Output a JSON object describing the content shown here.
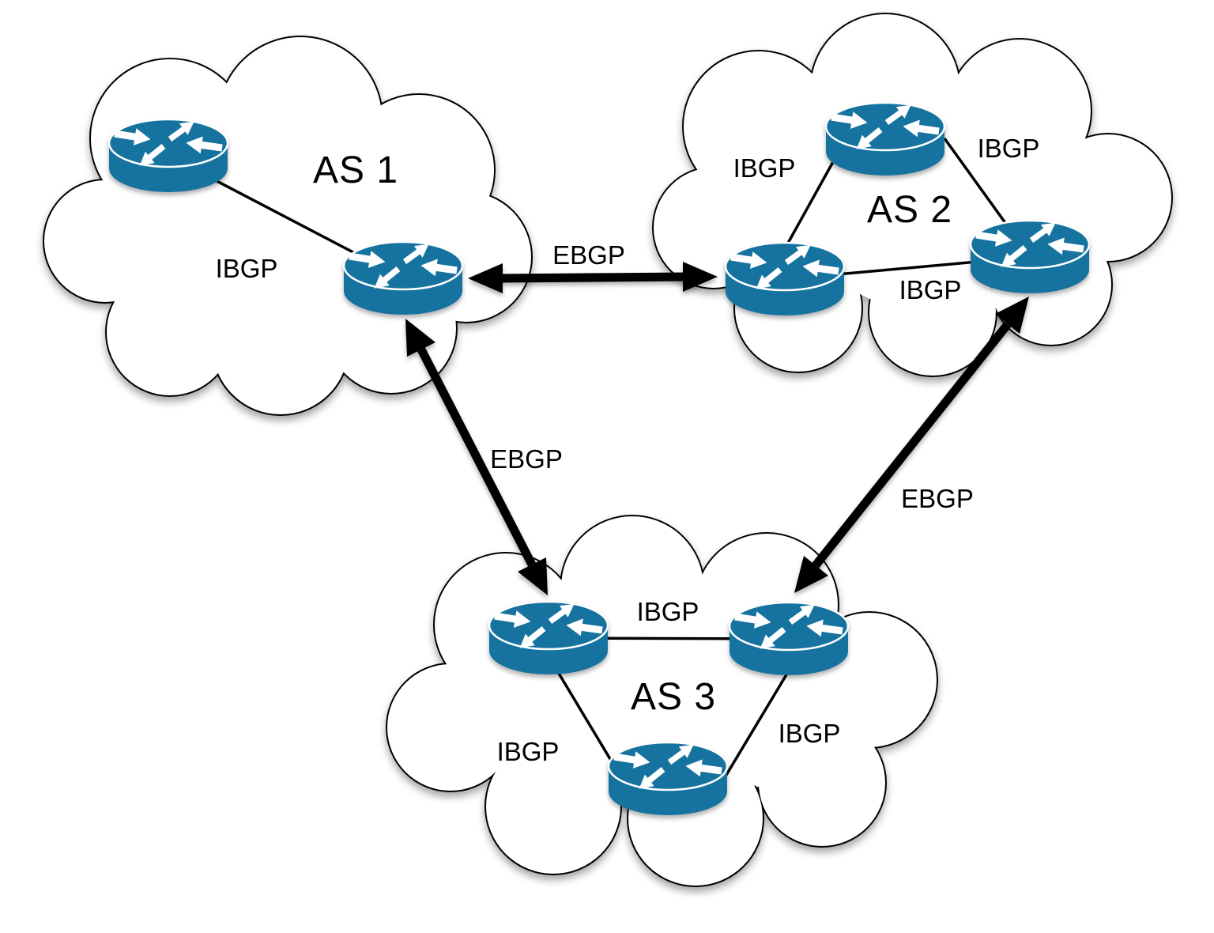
{
  "diagram": {
    "type": "bgp-topology",
    "autonomous_systems": [
      {
        "name": "AS 1",
        "router_count": 2,
        "internal_links": [
          {
            "label": "IBGP"
          }
        ]
      },
      {
        "name": "AS 2",
        "router_count": 3,
        "internal_links": [
          {
            "label": "IBGP"
          },
          {
            "label": "IBGP"
          },
          {
            "label": "IBGP"
          }
        ]
      },
      {
        "name": "AS 3",
        "router_count": 3,
        "internal_links": [
          {
            "label": "IBGP"
          },
          {
            "label": "IBGP"
          },
          {
            "label": "IBGP"
          }
        ]
      }
    ],
    "external_links": [
      {
        "from": "AS 1",
        "to": "AS 2",
        "label": "EBGP"
      },
      {
        "from": "AS 1",
        "to": "AS 3",
        "label": "EBGP"
      },
      {
        "from": "AS 2",
        "to": "AS 3",
        "label": "EBGP"
      }
    ],
    "colors": {
      "router_fill": "#1673A0",
      "cloud_fill": "#FFFFFF",
      "outline": "#000000",
      "text": "#000000"
    },
    "icons": [
      {
        "name": "router-icon",
        "meaning": "network router: teal cylinder with four crossing white arrows"
      }
    ]
  }
}
